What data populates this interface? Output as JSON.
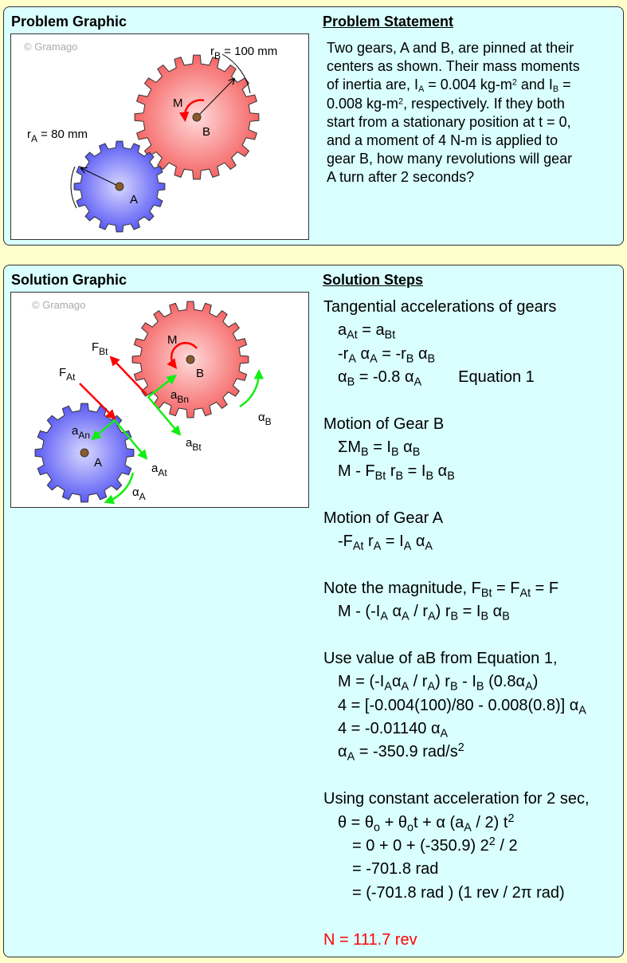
{
  "problem": {
    "graphic_title": "Problem Graphic",
    "statement_title": "Problem Statement",
    "watermark": "© Gramago",
    "labels": {
      "rB": [
        [
          "r"
        ],
        [
          "B",
          "sub"
        ],
        [
          " = 100 mm"
        ]
      ],
      "rA": [
        [
          "r"
        ],
        [
          "A",
          "sub"
        ],
        [
          " = 80 mm"
        ]
      ],
      "M": "M",
      "A": "A",
      "B": "B"
    },
    "statement": [
      [
        [
          "Two gears, A and B, are pinned at their"
        ]
      ],
      [
        [
          "centers as shown. Their mass moments"
        ]
      ],
      [
        [
          "of inertia are, I"
        ],
        [
          "A",
          "sub"
        ],
        [
          " = 0.004 kg-m"
        ],
        [
          "2",
          "sup"
        ],
        [
          " and I"
        ],
        [
          "B",
          "sub"
        ],
        [
          " ="
        ]
      ],
      [
        [
          "0.008 kg-m"
        ],
        [
          "2",
          "sup"
        ],
        [
          ", respectively. If they both"
        ]
      ],
      [
        [
          "start from a stationary position at t = 0,"
        ]
      ],
      [
        [
          "and a moment of 4 N-m is applied to"
        ]
      ],
      [
        [
          "gear B, how many revolutions will gear"
        ]
      ],
      [
        [
          "A turn after 2 seconds?"
        ]
      ]
    ]
  },
  "solution": {
    "graphic_title": "Solution Graphic",
    "steps_title": "Solution Steps",
    "watermark": "© Gramago",
    "labels": {
      "FBt": [
        [
          "F"
        ],
        [
          "Bt",
          "sub"
        ]
      ],
      "FAt": [
        [
          "F"
        ],
        [
          "At",
          "sub"
        ]
      ],
      "aBn": [
        [
          "a"
        ],
        [
          "Bn",
          "sub"
        ]
      ],
      "aBt": [
        [
          "a"
        ],
        [
          "Bt",
          "sub"
        ]
      ],
      "aAn": [
        [
          "a"
        ],
        [
          "An",
          "sub"
        ]
      ],
      "aAt": [
        [
          "a"
        ],
        [
          "At",
          "sub"
        ]
      ],
      "alphaB": [
        [
          "α"
        ],
        [
          "B",
          "sub"
        ]
      ],
      "alphaA": [
        [
          "α"
        ],
        [
          "A",
          "sub"
        ]
      ],
      "M": "M",
      "A": "A",
      "B": "B"
    },
    "steps": [
      {
        "indent": 0,
        "parts": [
          [
            "Tangential accelerations of gears"
          ]
        ]
      },
      {
        "indent": 1,
        "parts": [
          [
            "a"
          ],
          [
            "At",
            "sub"
          ],
          [
            " = a"
          ],
          [
            "Bt",
            "sub"
          ]
        ]
      },
      {
        "indent": 1,
        "parts": [
          [
            "-r"
          ],
          [
            "A",
            "sub"
          ],
          [
            " α"
          ],
          [
            "A",
            "sub"
          ],
          [
            " = -r"
          ],
          [
            "B",
            "sub"
          ],
          [
            " α"
          ],
          [
            "B",
            "sub"
          ]
        ]
      },
      {
        "indent": 1,
        "parts": [
          [
            "α"
          ],
          [
            "B",
            "sub"
          ],
          [
            " = -0.8 α"
          ],
          [
            "A",
            "sub"
          ],
          [
            "",
            "tab"
          ],
          [
            "Equation 1"
          ]
        ]
      },
      {
        "gap": true
      },
      {
        "indent": 0,
        "parts": [
          [
            "Motion of Gear B"
          ]
        ]
      },
      {
        "indent": 1,
        "parts": [
          [
            "ΣM"
          ],
          [
            "B",
            "sub"
          ],
          [
            " = I"
          ],
          [
            "B",
            "sub"
          ],
          [
            " α"
          ],
          [
            "B",
            "sub"
          ]
        ]
      },
      {
        "indent": 1,
        "parts": [
          [
            "M - F"
          ],
          [
            "Bt",
            "sub"
          ],
          [
            " r"
          ],
          [
            "B",
            "sub"
          ],
          [
            " = I"
          ],
          [
            "B",
            "sub"
          ],
          [
            " α"
          ],
          [
            "B",
            "sub"
          ]
        ]
      },
      {
        "gap": true
      },
      {
        "indent": 0,
        "parts": [
          [
            "Motion of Gear A"
          ]
        ]
      },
      {
        "indent": 1,
        "parts": [
          [
            "-F"
          ],
          [
            "At",
            "sub"
          ],
          [
            " r"
          ],
          [
            "A",
            "sub"
          ],
          [
            " = I"
          ],
          [
            "A",
            "sub"
          ],
          [
            " α"
          ],
          [
            "A",
            "sub"
          ]
        ]
      },
      {
        "gap": true
      },
      {
        "indent": 0,
        "parts": [
          [
            "Note the magnitude, F"
          ],
          [
            "Bt",
            "sub"
          ],
          [
            " = F"
          ],
          [
            "At",
            "sub"
          ],
          [
            " = F"
          ]
        ]
      },
      {
        "indent": 1,
        "parts": [
          [
            "M - (-I"
          ],
          [
            "A",
            "sub"
          ],
          [
            " α"
          ],
          [
            "A",
            "sub"
          ],
          [
            " / r"
          ],
          [
            "A",
            "sub"
          ],
          [
            ") r"
          ],
          [
            "B",
            "sub"
          ],
          [
            " = I"
          ],
          [
            "B",
            "sub"
          ],
          [
            " α"
          ],
          [
            "B",
            "sub"
          ]
        ]
      },
      {
        "gap": true
      },
      {
        "indent": 0,
        "parts": [
          [
            "Use value of aB from Equation 1,"
          ]
        ]
      },
      {
        "indent": 1,
        "parts": [
          [
            "M = (-I"
          ],
          [
            "A",
            "sub"
          ],
          [
            "α"
          ],
          [
            "A",
            "sub"
          ],
          [
            " / r"
          ],
          [
            "A",
            "sub"
          ],
          [
            ") r"
          ],
          [
            "B",
            "sub"
          ],
          [
            " - I"
          ],
          [
            "B",
            "sub"
          ],
          [
            " (0.8α"
          ],
          [
            "A",
            "sub"
          ],
          [
            ")"
          ]
        ]
      },
      {
        "indent": 1,
        "parts": [
          [
            "4 = [-0.004(100)/80 - 0.008(0.8)] α"
          ],
          [
            "A",
            "sub"
          ]
        ]
      },
      {
        "indent": 1,
        "parts": [
          [
            "4 = -0.01140 α"
          ],
          [
            "A",
            "sub"
          ]
        ]
      },
      {
        "indent": 1,
        "parts": [
          [
            "α"
          ],
          [
            "A",
            "sub"
          ],
          [
            " = -350.9 rad/s"
          ],
          [
            "2",
            "sup"
          ]
        ]
      },
      {
        "gap": true
      },
      {
        "indent": 0,
        "parts": [
          [
            "Using constant acceleration for 2 sec,"
          ]
        ]
      },
      {
        "indent": 1,
        "parts": [
          [
            "θ = θ"
          ],
          [
            "o",
            "sub"
          ],
          [
            " + θ"
          ],
          [
            "o",
            "sub"
          ],
          [
            "t + α (a"
          ],
          [
            "A",
            "sub"
          ],
          [
            " / 2) t"
          ],
          [
            "2",
            "sup"
          ]
        ]
      },
      {
        "indent": 2,
        "parts": [
          [
            "= 0 + 0 + (-350.9) 2"
          ],
          [
            "2",
            "sup"
          ],
          [
            " / 2"
          ]
        ]
      },
      {
        "indent": 2,
        "parts": [
          [
            "= -701.8 rad"
          ]
        ]
      },
      {
        "indent": 2,
        "parts": [
          [
            "= (-701.8 rad ) (1 rev / 2π rad)"
          ]
        ]
      },
      {
        "gap": true
      },
      {
        "indent": 0,
        "red": true,
        "parts": [
          [
            "N = 111.7 rev"
          ]
        ]
      }
    ]
  },
  "colors": {
    "gearA": "#6666FF",
    "gearB": "#FF7777",
    "force": "#FF0000",
    "accel": "#22EE22",
    "answer": "#FF0000",
    "panel": "#D9FFFF",
    "page": "#FFFFCC"
  }
}
